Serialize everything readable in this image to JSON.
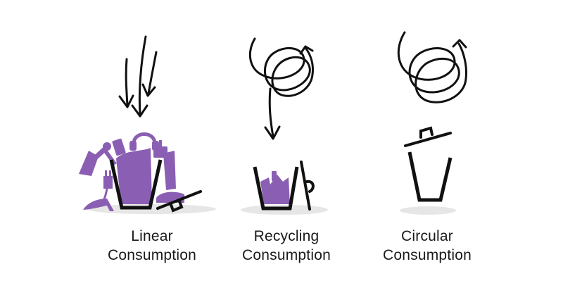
{
  "colors": {
    "purple": "#8a5fb3",
    "ink": "#111111",
    "shadow": "#e6e6e6"
  },
  "panels": [
    {
      "id": "linear",
      "line1": "Linear",
      "line2": "Consumption"
    },
    {
      "id": "recycling",
      "line1": "Recycling",
      "line2": "Consumption"
    },
    {
      "id": "circular",
      "line1": "Circular",
      "line2": "Consumption"
    }
  ]
}
